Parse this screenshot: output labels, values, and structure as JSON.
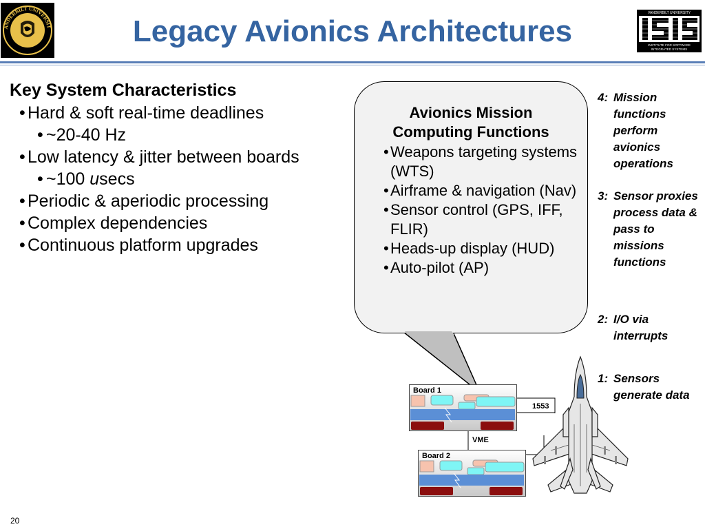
{
  "title": "Legacy Avionics Architectures",
  "left_logo": {
    "icon": "vanderbilt-seal-icon",
    "text": "VANDERBILT UNIVERSITY"
  },
  "right_logo": {
    "icon": "isis-logo-icon",
    "top_text": "VANDERBILT UNIVERSITY",
    "bottom_line1": "INSTITUTE FOR SOFTWARE",
    "bottom_line2": "INTEGRATED SYSTEMS"
  },
  "key_characteristics": {
    "heading": "Key System Characteristics",
    "items": [
      {
        "text": "Hard & soft real-time deadlines"
      },
      {
        "text": "~20-40 Hz"
      },
      {
        "text": "Low latency & jitter between boards"
      },
      {
        "prefix": "~100 ",
        "italic": "u",
        "suffix": "secs"
      },
      {
        "text": "Periodic & aperiodic processing"
      },
      {
        "text": "Complex dependencies"
      },
      {
        "text": "Continuous platform upgrades"
      }
    ]
  },
  "bubble": {
    "title_line1": "Avionics Mission",
    "title_line2": "Computing Functions",
    "items": [
      "Weapons targeting systems (WTS)",
      "Airframe & navigation (Nav)",
      "Sensor control (GPS, IFF, FLIR)",
      "Heads-up display (HUD)",
      "Auto-pilot (AP)"
    ]
  },
  "steps": [
    {
      "num": "4:",
      "text": "Mission functions perform avionics operations"
    },
    {
      "num": "3:",
      "text": "Sensor proxies process data & pass to missions functions"
    },
    {
      "num": "2:",
      "text": "I/O via interrupts"
    },
    {
      "num": "1:",
      "text": "Sensors generate data"
    }
  ],
  "diagram": {
    "board1_label": "Board 1",
    "board2_label": "Board 2",
    "bus_1553": "1553",
    "bus_vme": "VME",
    "aircraft_icon": "fighter-jet-icon"
  },
  "page_number": "20",
  "colors": {
    "title": "#3564A1",
    "rule": "#5A7FB7",
    "bubble_fill": "#F2F2F2",
    "board_blue": "#5B8FD6",
    "board_cyan": "#7FF5F5",
    "board_pink": "#F7C3AE",
    "board_red": "#8B0E0E",
    "seal_gold": "#E8C04A"
  }
}
